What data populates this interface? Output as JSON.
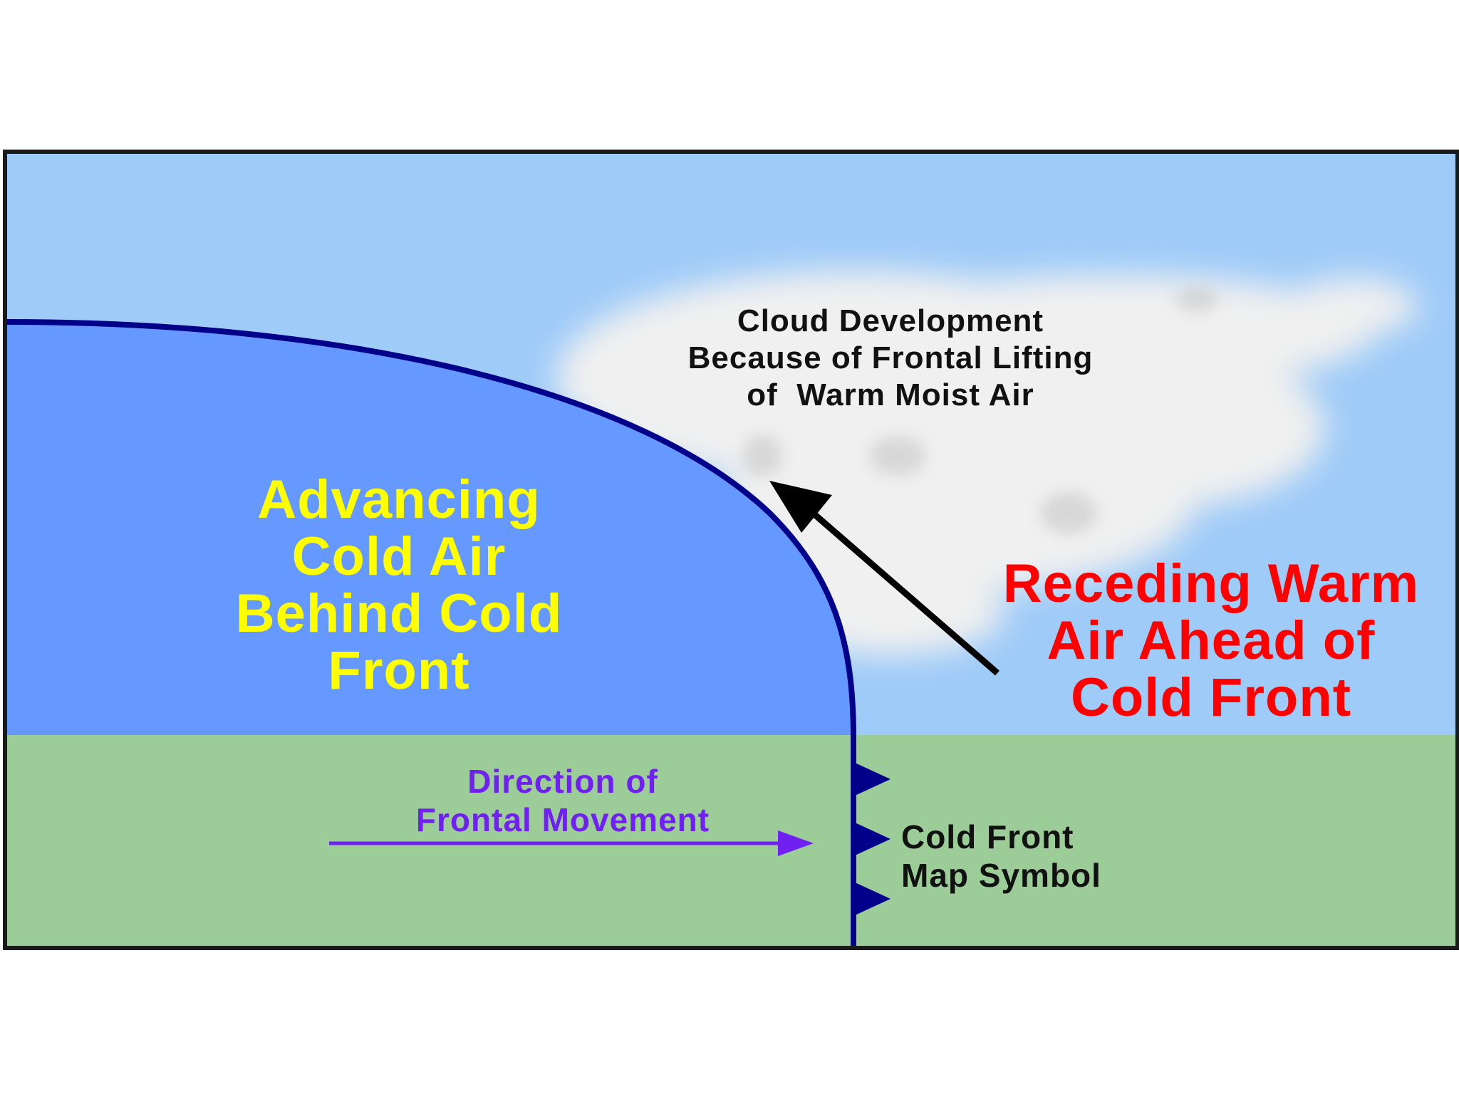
{
  "labels": {
    "cold_air": [
      "Advancing",
      "Cold Air",
      "Behind Cold",
      "Front"
    ],
    "warm_air": [
      "Receding Warm",
      "Air Ahead of",
      "Cold Front"
    ],
    "cloud": [
      "Cloud Development",
      "Because of Frontal Lifting",
      "of  Warm Moist Air"
    ],
    "direction": [
      "Direction of",
      "Frontal Movement"
    ],
    "symbol": [
      "Cold Front",
      "Map Symbol"
    ]
  },
  "colors": {
    "sky": "#9fcbf8",
    "cold_air_mass": "#6699ff",
    "ground": "#9ccc98",
    "front_line": "#00008b",
    "frame": "#1a1a1a",
    "cloud": "#f0f0f0",
    "cold_air_text": "#ffff00",
    "warm_air_text": "#ff0000",
    "direction_text": "#7020f0",
    "black_text": "#111111"
  }
}
